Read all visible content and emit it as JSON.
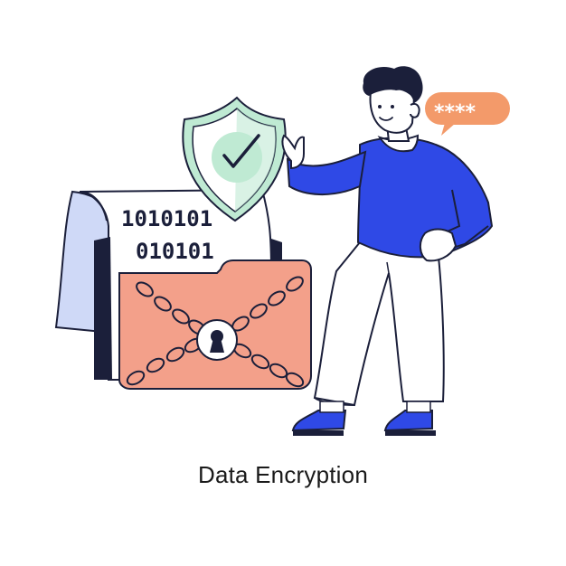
{
  "caption": "Data Encryption",
  "document": {
    "line1": "1010101",
    "line2": "010101"
  },
  "speech_bubble": {
    "text": "****"
  },
  "icons": {
    "shield": "shield-check-icon",
    "lock": "keyhole-icon",
    "folder": "folder-icon",
    "chain": "chain-icon"
  },
  "colors": {
    "outline": "#1b1f3a",
    "shirt": "#2f49e6",
    "folder": "#f3a08a",
    "shield": "#bfead3",
    "paper_back": "#cfd9f7",
    "bubble": "#f39a6a",
    "shoes": "#2f49e6"
  }
}
